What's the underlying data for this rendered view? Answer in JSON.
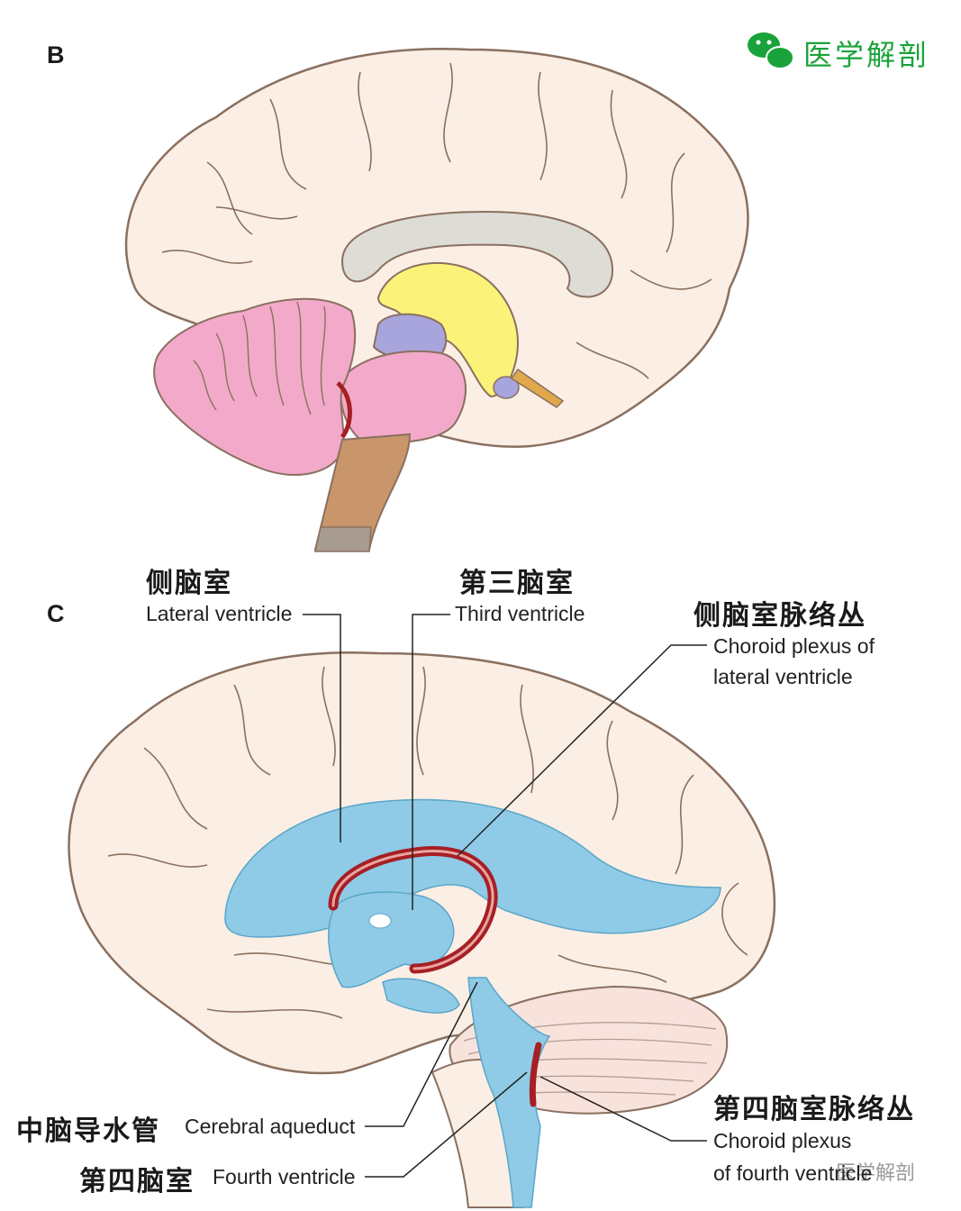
{
  "panels": {
    "b": "B",
    "c": "C"
  },
  "watermark": {
    "text": "医学解剖",
    "icon": "wechat-icon",
    "color": "#1aa33b"
  },
  "labels": {
    "lateral_ventricle": {
      "cn": "侧脑室",
      "en": "Lateral ventricle"
    },
    "third_ventricle": {
      "cn": "第三脑室",
      "en": "Third ventricle"
    },
    "choroid_lateral": {
      "cn": "侧脑室脉络丛",
      "en1": "Choroid plexus of",
      "en2": "lateral ventricle"
    },
    "cerebral_aqueduct": {
      "cn": "中脑导水管",
      "en": "Cerebral aqueduct"
    },
    "fourth_ventricle": {
      "cn": "第四脑室",
      "en": "Fourth ventricle"
    },
    "choroid_fourth": {
      "cn": "第四脑室脉络丛",
      "en1": "Choroid plexus",
      "en2": "of fourth ventricle"
    }
  },
  "colors": {
    "brain": "#fbeee4",
    "outline": "#8a7060",
    "cerebellum": "#f3a9c9",
    "diencephalon": "#fbf27a",
    "midbrain": "#a8a4dc",
    "brainstem": "#c8966a",
    "corpus_callosum": "#ddddd6",
    "ventricles": "#8fcbe7",
    "choroid": "#a61f24"
  }
}
